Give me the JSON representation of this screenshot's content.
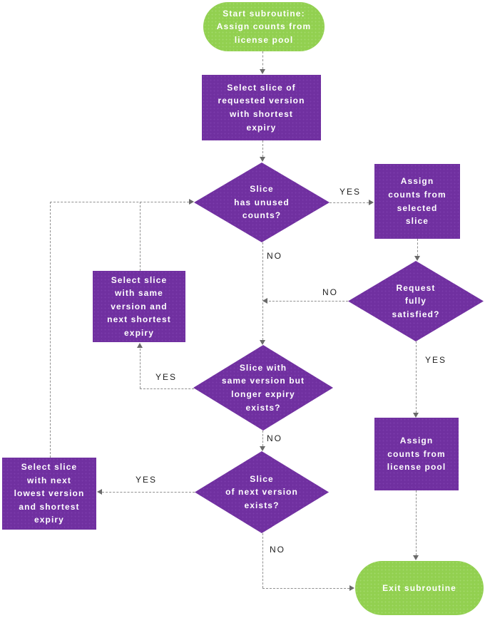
{
  "diagram": {
    "type": "flowchart",
    "colors": {
      "node_purple": "#7030A0",
      "node_green": "#92D050",
      "node_text": "#FFFFFF",
      "connector": "#8F8F8F",
      "edge_label_text": "#1F1F1F",
      "background": "#FFFFFF"
    },
    "nodes": {
      "start": {
        "shape": "terminator",
        "label": "Start subroutine:\nAssign counts from\nlicense pool"
      },
      "select_shortest": {
        "shape": "process",
        "label": "Select slice of\nrequested version\nwith shortest\nexpiry"
      },
      "has_unused": {
        "shape": "decision",
        "label": "Slice\nhas unused\ncounts?"
      },
      "assign_selected": {
        "shape": "process",
        "label": "Assign\ncounts from\nselected\nslice"
      },
      "fully_satisfied": {
        "shape": "decision",
        "label": "Request\nfully\nsatisfied?"
      },
      "select_same_version": {
        "shape": "process",
        "label": "Select slice\nwith same\nversion and\nnext shortest\nexpiry"
      },
      "longer_expiry": {
        "shape": "decision",
        "label": "Slice with\nsame version but\nlonger expiry\nexists?"
      },
      "next_version": {
        "shape": "decision",
        "label": "Slice\nof next version\nexists?"
      },
      "select_next_lowest": {
        "shape": "process",
        "label": "Select slice\nwith next\nlowest version\nand shortest\nexpiry"
      },
      "assign_pool": {
        "shape": "process",
        "label": "Assign\ncounts from\nlicense pool"
      },
      "exit": {
        "shape": "terminator",
        "label": "Exit subroutine"
      }
    },
    "edge_labels": {
      "has_unused_yes": "YES",
      "has_unused_no": "NO",
      "fully_satisfied_no": "NO",
      "fully_satisfied_yes": "YES",
      "longer_expiry_yes": "YES",
      "longer_expiry_no": "NO",
      "next_version_yes": "YES",
      "next_version_no": "NO"
    },
    "edges": [
      {
        "from": "start",
        "to": "select_shortest",
        "label": ""
      },
      {
        "from": "select_shortest",
        "to": "has_unused",
        "label": ""
      },
      {
        "from": "has_unused",
        "to": "assign_selected",
        "label": "YES"
      },
      {
        "from": "has_unused",
        "to": "longer_expiry",
        "label": "NO"
      },
      {
        "from": "assign_selected",
        "to": "fully_satisfied",
        "label": ""
      },
      {
        "from": "fully_satisfied",
        "to": "longer_expiry",
        "label": "NO"
      },
      {
        "from": "fully_satisfied",
        "to": "assign_pool",
        "label": "YES"
      },
      {
        "from": "longer_expiry",
        "to": "select_same_version",
        "label": "YES"
      },
      {
        "from": "longer_expiry",
        "to": "next_version",
        "label": "NO"
      },
      {
        "from": "select_same_version",
        "to": "has_unused",
        "label": ""
      },
      {
        "from": "next_version",
        "to": "select_next_lowest",
        "label": "YES"
      },
      {
        "from": "next_version",
        "to": "exit",
        "label": "NO"
      },
      {
        "from": "select_next_lowest",
        "to": "has_unused",
        "label": ""
      },
      {
        "from": "assign_pool",
        "to": "exit",
        "label": ""
      }
    ]
  }
}
